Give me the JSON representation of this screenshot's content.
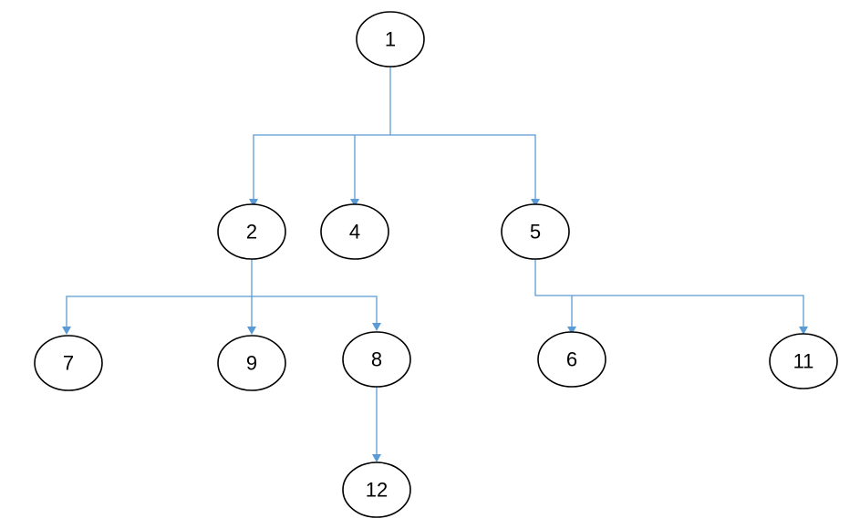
{
  "colors": {
    "connector": "#5b9bd5",
    "node_border": "#000000",
    "node_fill": "#ffffff"
  },
  "nodes": [
    {
      "id": "n1",
      "label": "1"
    },
    {
      "id": "n2",
      "label": "2"
    },
    {
      "id": "n4",
      "label": "4"
    },
    {
      "id": "n5",
      "label": "5"
    },
    {
      "id": "n7",
      "label": "7"
    },
    {
      "id": "n9",
      "label": "9"
    },
    {
      "id": "n8",
      "label": "8"
    },
    {
      "id": "n6",
      "label": "6"
    },
    {
      "id": "n11",
      "label": "11"
    },
    {
      "id": "n12",
      "label": "12"
    }
  ],
  "edges": [
    {
      "from": "1",
      "to": "2"
    },
    {
      "from": "1",
      "to": "4"
    },
    {
      "from": "1",
      "to": "5"
    },
    {
      "from": "2",
      "to": "7"
    },
    {
      "from": "2",
      "to": "9"
    },
    {
      "from": "2",
      "to": "8"
    },
    {
      "from": "5",
      "to": "6"
    },
    {
      "from": "5",
      "to": "11"
    },
    {
      "from": "8",
      "to": "12"
    }
  ]
}
